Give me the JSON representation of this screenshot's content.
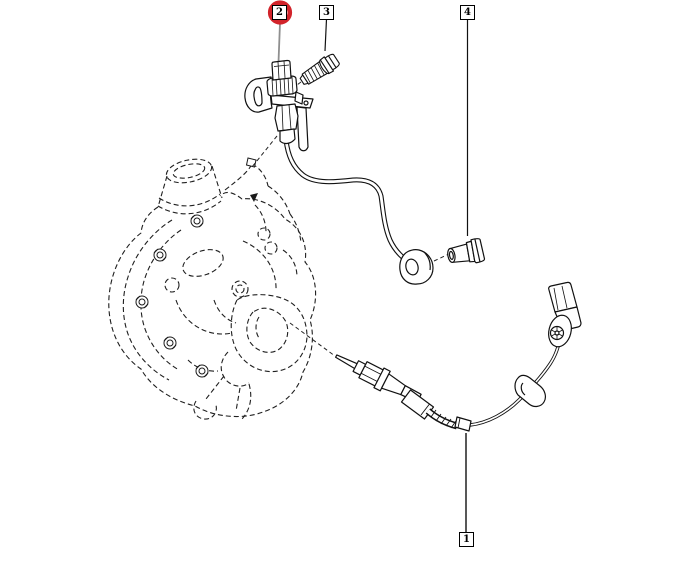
{
  "diagram": {
    "callouts": [
      {
        "number": "2",
        "highlighted": true
      },
      {
        "number": "3",
        "highlighted": false
      },
      {
        "number": "4",
        "highlighted": false
      },
      {
        "number": "1",
        "highlighted": false
      }
    ],
    "colors": {
      "background": "#ffffff",
      "line": "#1a1a1a",
      "highlight_ring": "#d2232a",
      "leader_gray": "#8f8f8f"
    }
  }
}
